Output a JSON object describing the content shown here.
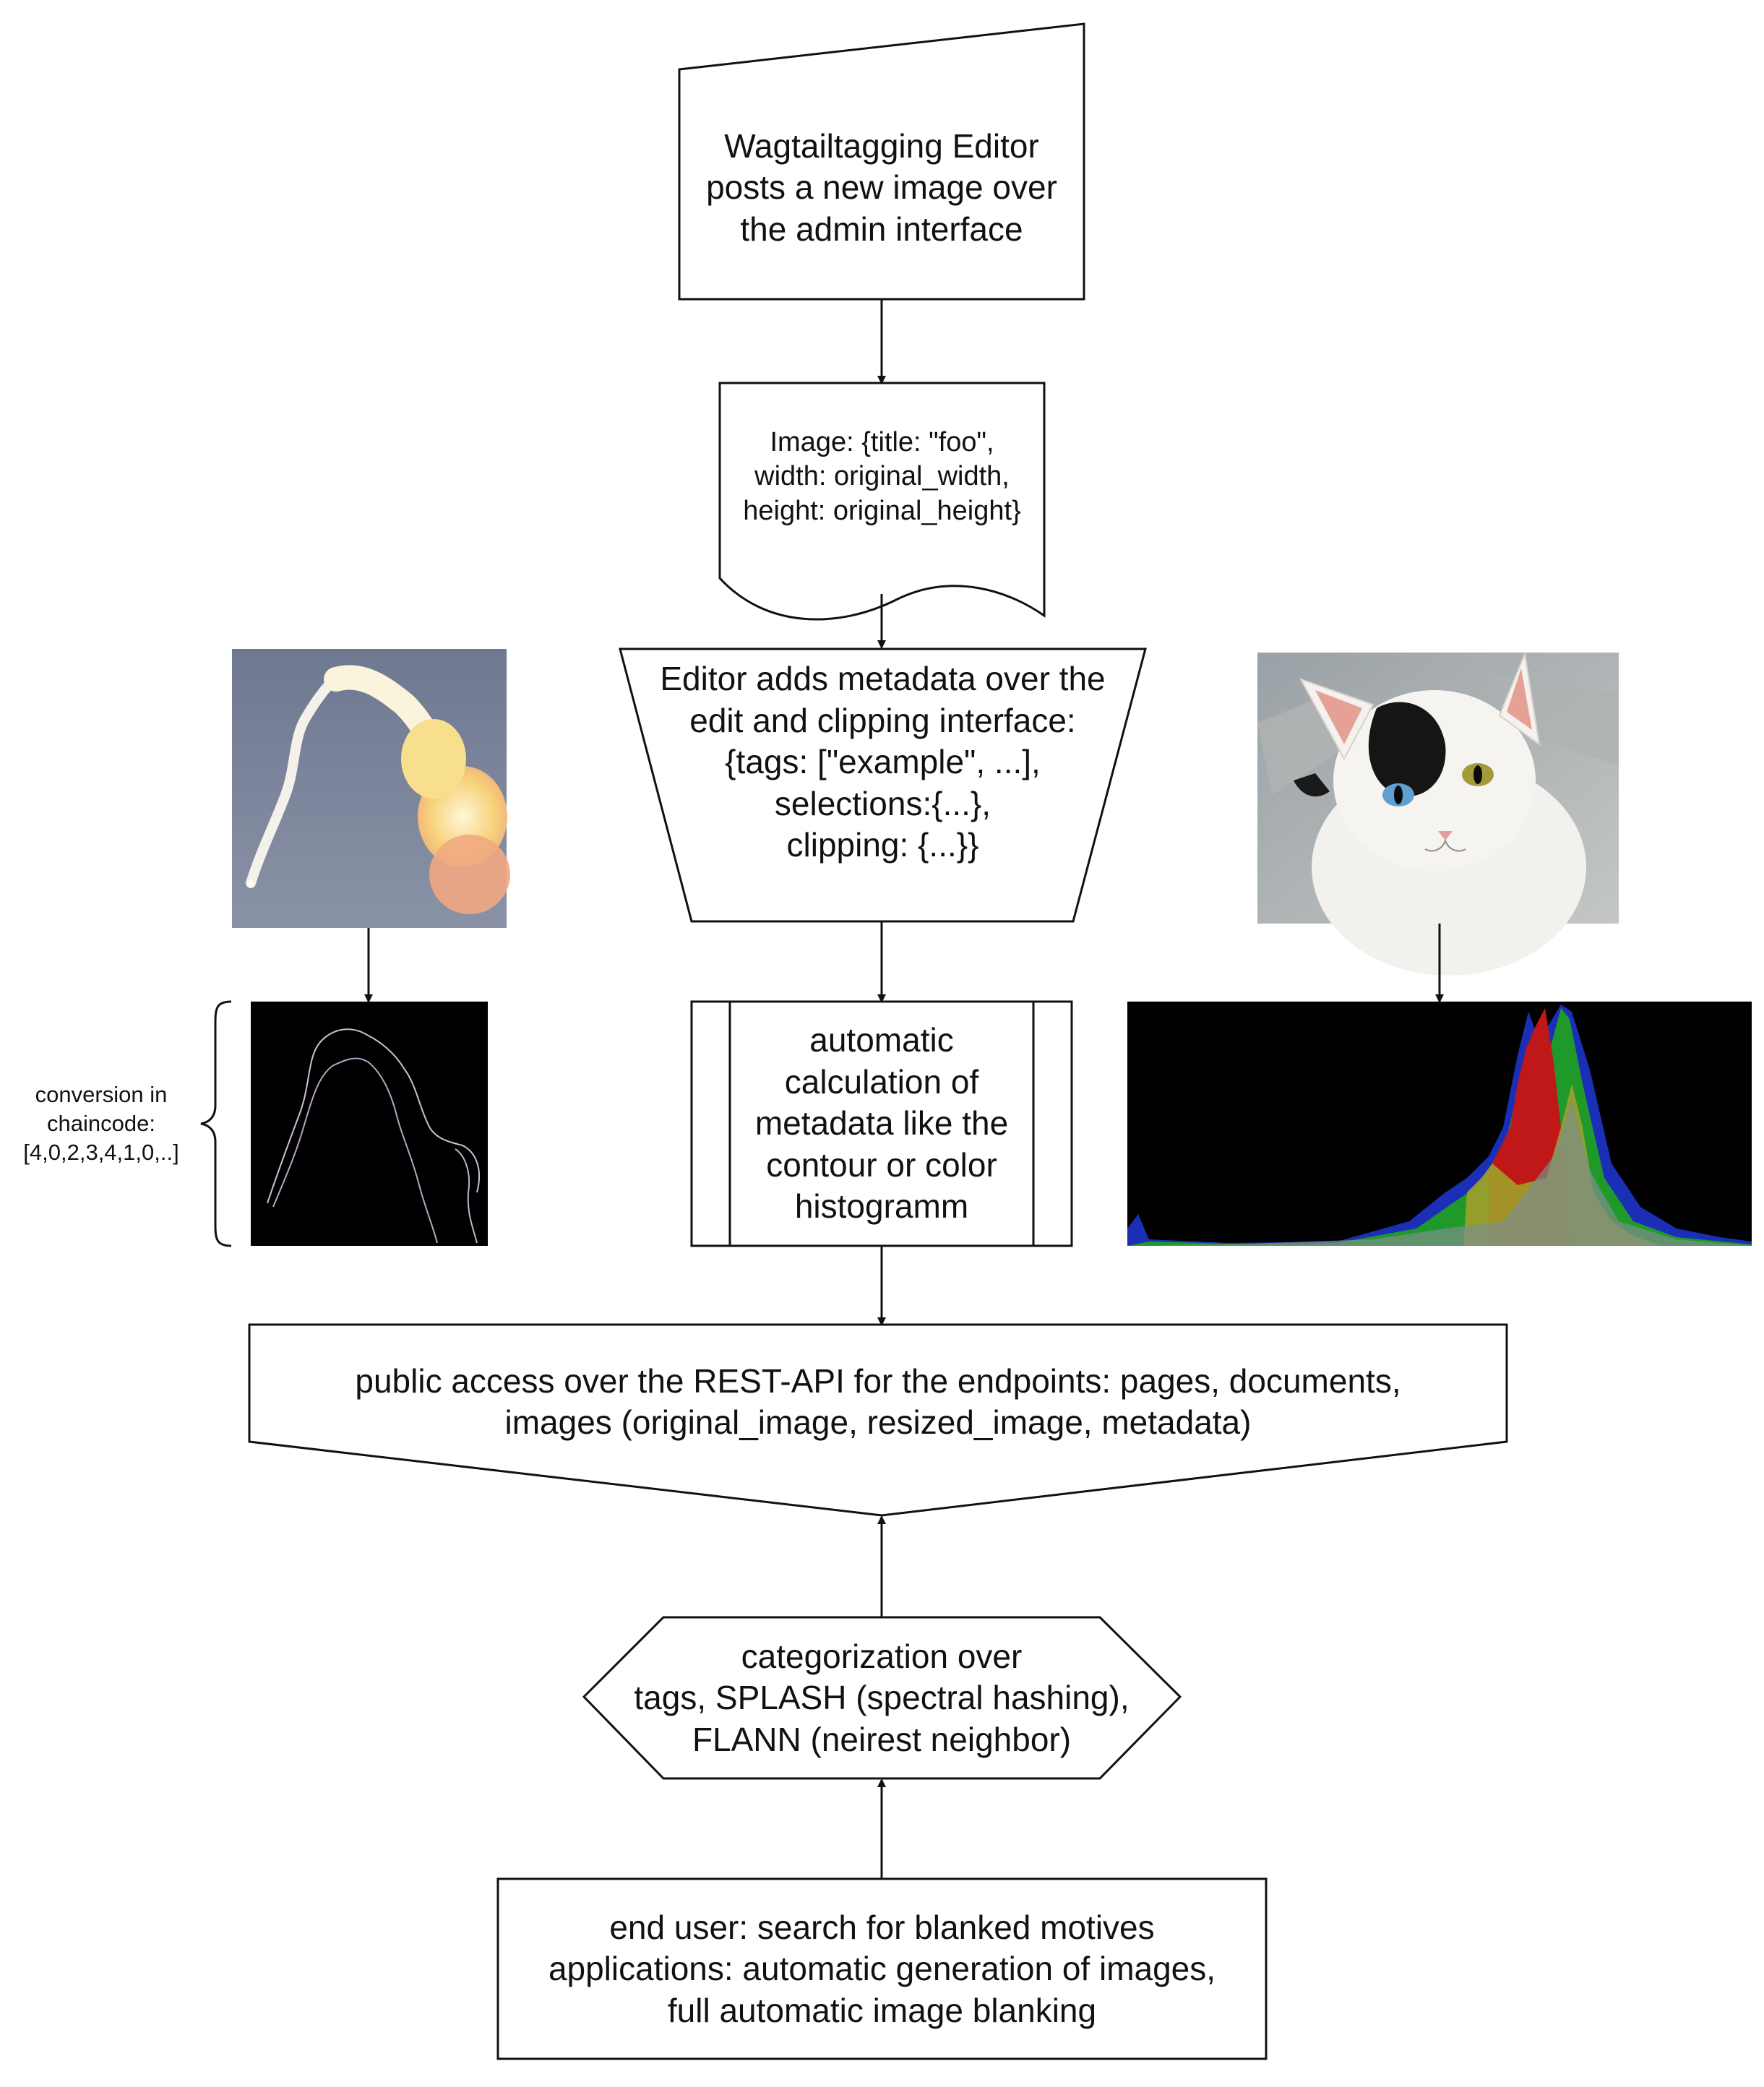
{
  "nodes": {
    "editor_posts": "Wagtailtagging Editor\nposts a new image over\nthe admin interface",
    "image_doc": "Image: {title: \"foo\",\nwidth: original_width,\nheight: original_height}",
    "metadata": "Editor adds metadata over the\nedit and clipping interface:\n{tags: [\"example\",  ...],\nselections:{...},\nclipping: {...}}",
    "auto_calc": "automatic\ncalculation of\nmetadata like the\ncontour or color\nhistogramm",
    "public_access": "public access over the REST-API for the endpoints: pages, documents,\nimages (original_image, resized_image, metadata)",
    "categorization": "categorization over\ntags, SPLASH (spectral hashing),\nFLANN (neirest neighbor)",
    "end_user": "end user: search for blanked  motives\napplications: automatic generation of images,\nfull automatic image blanking",
    "chaincode_note": "conversion in\nchaincode:\n[4,0,2,3,4,1,0,..]"
  },
  "images": {
    "rocket_photo": "rocket-launch-smoke-photo",
    "contour_output": "contour-edge-image",
    "cat_photo": "white-cat-photo",
    "histogram_output": "color-histogram-image"
  },
  "colors": {
    "stroke": "#111111",
    "sky": "#7a8499",
    "hist_red": "#c01818",
    "hist_green": "#1f9a2a",
    "hist_blue": "#1a2fb5"
  }
}
